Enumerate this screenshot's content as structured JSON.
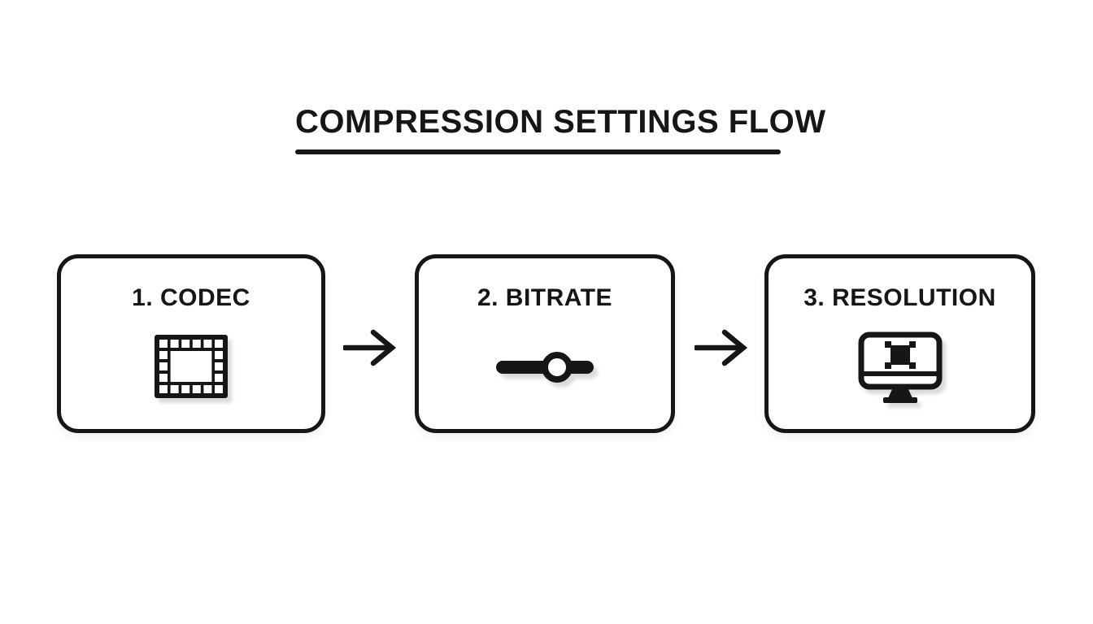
{
  "title": {
    "text": "COMPRESSION SETTINGS FLOW"
  },
  "colors": {
    "ink": "#161616",
    "background": "#ffffff",
    "icon_shadow": "#e2e2e2"
  },
  "flow": {
    "steps": [
      {
        "label": "1. CODEC",
        "icon": "film-frame-icon"
      },
      {
        "label": "2. BITRATE",
        "icon": "slider-icon"
      },
      {
        "label": "3. RESOLUTION",
        "icon": "monitor-resize-icon"
      }
    ],
    "connectors": [
      {
        "icon": "arrow-right-icon"
      },
      {
        "icon": "arrow-right-icon"
      }
    ]
  }
}
